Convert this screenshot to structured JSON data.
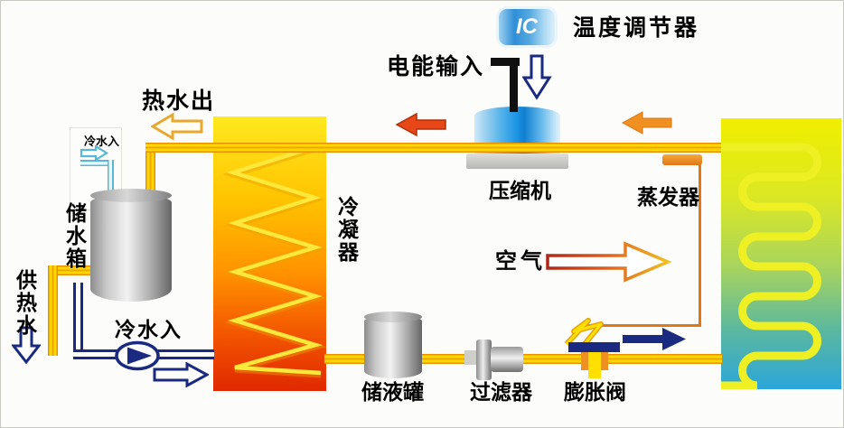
{
  "diagram": {
    "controller": {
      "badge": "IC",
      "label": "温度调节器"
    },
    "power_input": {
      "label": "电能输入"
    },
    "compressor": {
      "label": "压缩机"
    },
    "condenser": {
      "label": "冷凝器"
    },
    "evaporator": {
      "label": "蒸发器"
    },
    "air_flow": {
      "label": "空气"
    },
    "storage_tank": {
      "label": "储水箱"
    },
    "hot_water_out": {
      "label": "热水出"
    },
    "cold_water_inlet": {
      "label": "冷水入"
    },
    "hot_water_supply": {
      "label": "供热水"
    },
    "cold_water_pump_line": {
      "label": "冷水入"
    },
    "liquid_receiver": {
      "label": "储液罐"
    },
    "filter": {
      "label": "过滤器"
    },
    "expansion_valve": {
      "label": "膨胀阀"
    },
    "colors": {
      "pipe_yellow": "#ffd800",
      "pipe_edge_orange": "#e89000",
      "navy": "#1a2a80",
      "cyan": "#57b7d8",
      "condenser_top": "#ffe920",
      "condenser_bottom": "#e02800",
      "evaporator_top": "#f0ee00",
      "evaporator_bottom": "#2ba6da",
      "compressor_blue": "#1f97e4",
      "red_arrow": "#e84818",
      "orange_arrow": "#f09020",
      "ic_badge_blue": "#2e8fd8"
    }
  }
}
